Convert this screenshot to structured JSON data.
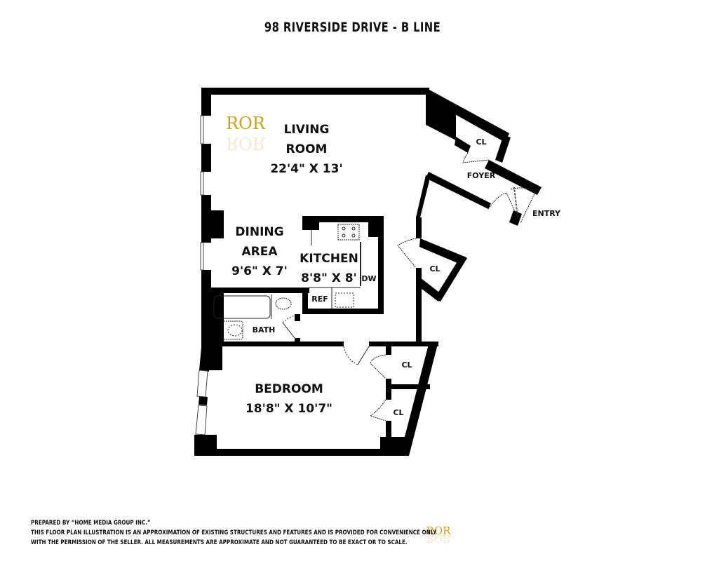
{
  "title": "98 RIVERSIDE DRIVE - B LINE",
  "logo": {
    "text": "ROR",
    "color": "#c9a21c"
  },
  "rooms": {
    "living": {
      "name_line1": "LIVING",
      "name_line2": "ROOM",
      "dims": "22'4\" X 13'"
    },
    "dining": {
      "name_line1": "DINING",
      "name_line2": "AREA",
      "dims": "9'6\" X 7'"
    },
    "kitchen": {
      "name": "KITCHEN",
      "dims": "8'8\" X 8'"
    },
    "bedroom": {
      "name": "BEDROOM",
      "dims": "18'8\" X 10'7\""
    },
    "bath": {
      "name": "BATH"
    },
    "foyer": {
      "name": "FOYER"
    },
    "entry": {
      "name": "ENTRY"
    },
    "fixtures": {
      "dw": "DW",
      "ref": "REF"
    },
    "closets": [
      "CL",
      "CL",
      "CL",
      "CL"
    ]
  },
  "footer": {
    "line1": "PREPARED BY “HOME MEDIA GROUP INC.”",
    "line2": "THIS FLOOR PLAN ILLUSTRATION IS AN APPROXIMATION OF EXISTING STRUCTURES AND FEATURES AND IS PROVIDED FOR CONVENIENCE ONLY",
    "line3": "WITH THE PERMISSION OF THE SELLER. ALL MEASUREMENTS ARE APPROXIMATE AND NOT GUARANTEED TO BE EXACT OR TO SCALE."
  }
}
